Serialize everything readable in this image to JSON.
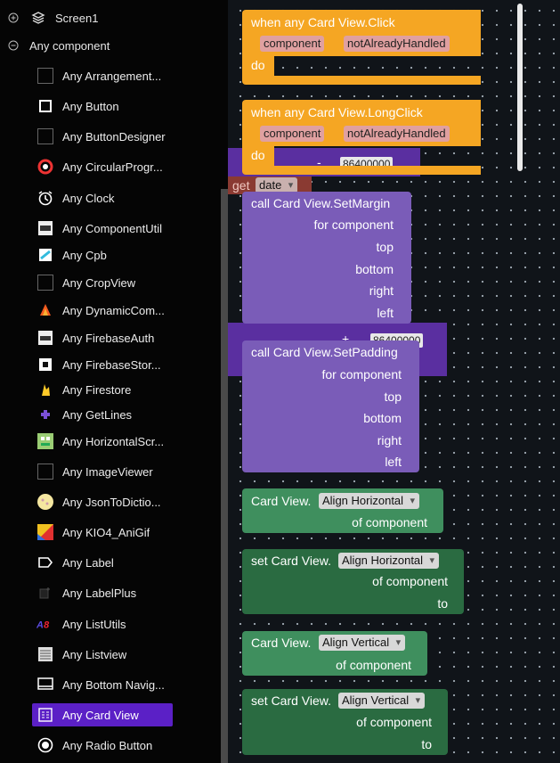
{
  "sidebar": {
    "screen_label": "Screen1",
    "group_label": "Any component",
    "items": [
      {
        "label": "Any Arrangement...",
        "icon": "arrangement-icon"
      },
      {
        "label": "Any Button",
        "icon": "button-icon"
      },
      {
        "label": "Any ButtonDesigner",
        "icon": "button-designer-icon"
      },
      {
        "label": "Any CircularProgr...",
        "icon": "circular-progress-icon"
      },
      {
        "label": "Any Clock",
        "icon": "clock-icon"
      },
      {
        "label": "Any ComponentUtil",
        "icon": "component-util-icon"
      },
      {
        "label": "Any Cpb",
        "icon": "cpb-icon"
      },
      {
        "label": "Any CropView",
        "icon": "crop-view-icon"
      },
      {
        "label": "Any DynamicCom...",
        "icon": "dynamic-components-icon"
      },
      {
        "label": "Any FirebaseAuth",
        "icon": "firebase-auth-icon"
      },
      {
        "label": "Any FirebaseStor...",
        "icon": "firebase-storage-icon"
      },
      {
        "label": "Any Firestore",
        "icon": "firestore-icon"
      },
      {
        "label": "Any GetLines",
        "icon": "get-lines-icon"
      },
      {
        "label": "Any HorizontalScr...",
        "icon": "horizontal-scroll-icon"
      },
      {
        "label": "Any ImageViewer",
        "icon": "image-viewer-icon"
      },
      {
        "label": "Any JsonToDictio...",
        "icon": "json-to-dictionary-icon"
      },
      {
        "label": "Any KIO4_AniGif",
        "icon": "anigif-icon"
      },
      {
        "label": "Any Label",
        "icon": "label-icon"
      },
      {
        "label": "Any LabelPlus",
        "icon": "label-plus-icon"
      },
      {
        "label": "Any ListUtils",
        "icon": "list-utils-icon"
      },
      {
        "label": "Any Listview",
        "icon": "listview-icon"
      },
      {
        "label": "Any Bottom Navig...",
        "icon": "bottom-navigation-icon"
      },
      {
        "label": "Any Card View",
        "icon": "card-view-icon",
        "selected": true
      },
      {
        "label": "Any Radio Button",
        "icon": "radio-button-icon"
      }
    ]
  },
  "workspace": {
    "click_event": {
      "title": "when any Card View.Click",
      "param1": "component",
      "param2": "notAlreadyHandled",
      "do": "do"
    },
    "longclick_event": {
      "title": "when any Card View.LongClick",
      "param1": "component",
      "param2": "notAlreadyHandled",
      "do": "do"
    },
    "hidden_number_1": "86400000",
    "hidden_number_2": "86400000",
    "hidden_minus": "-",
    "hidden_plus": "+",
    "get_block": {
      "label": "get",
      "var": "date"
    },
    "set_margin": {
      "title": "call Card View.SetMargin",
      "args": [
        "for component",
        "top",
        "bottom",
        "right",
        "left"
      ]
    },
    "set_padding": {
      "title": "call Card View.SetPadding",
      "args": [
        "for component",
        "top",
        "bottom",
        "right",
        "left"
      ]
    },
    "align_h_get": {
      "prefix": "Card View.",
      "prop": "Align Horizontal",
      "arg": "of component"
    },
    "align_h_set": {
      "prefix": "set Card View.",
      "prop": "Align Horizontal",
      "arg": "of component",
      "to": "to"
    },
    "align_v_get": {
      "prefix": "Card View.",
      "prop": "Align Vertical",
      "arg": "of component"
    },
    "align_v_set": {
      "prefix": "set Card View.",
      "prop": "Align Vertical",
      "arg": "of component",
      "to": "to"
    }
  },
  "colors": {
    "event": "#f5a623",
    "procedure": "#7a5cb8",
    "getter": "#3f8f5e",
    "setter": "#2a6b41",
    "selected": "#5b20c6"
  }
}
